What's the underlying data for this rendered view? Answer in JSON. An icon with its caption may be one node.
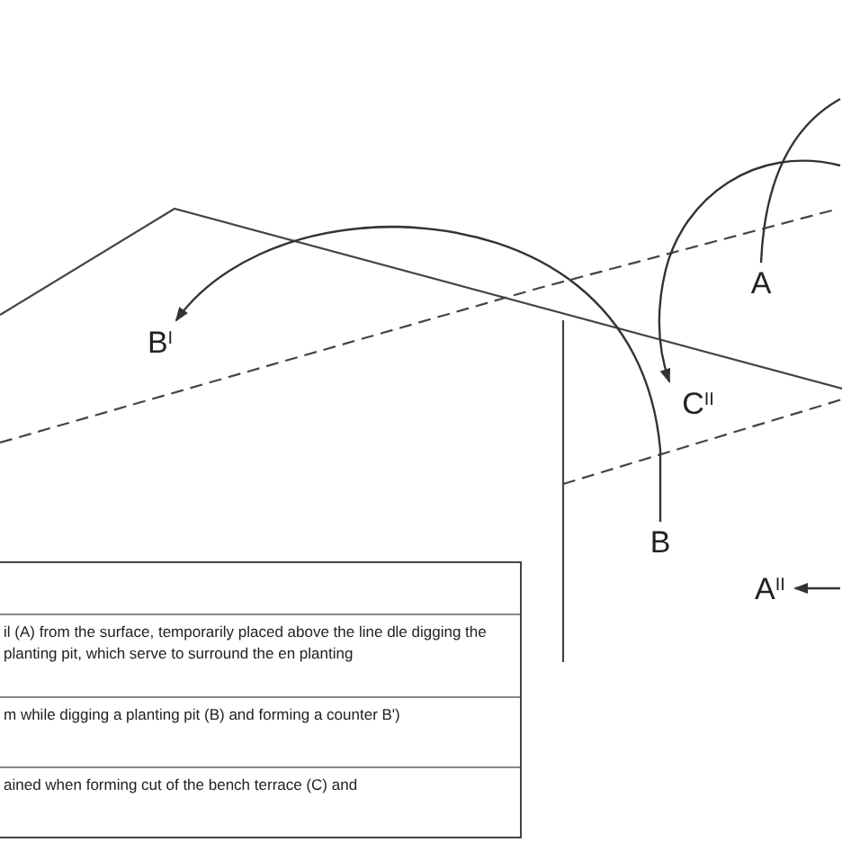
{
  "diagram": {
    "nodes": [
      {
        "text": [
          "A"
        ]
      },
      {
        "text": [
          "B$^{I}$"
        ]
      },
      {
        "text": [
          "C$^{II}$"
        ]
      },
      {
        "text": [
          "B"
        ]
      },
      {
        "text": [
          "A$^{II}$"
        ]
      }
    ],
    "edges": [
      {
        "from": 3,
        "to": 1,
        "arrow": "to"
      },
      {
        "from": 0,
        "to": null,
        "arrow": "none"
      },
      {
        "from": null,
        "to": 2,
        "arrow": "to"
      },
      {
        "from": null,
        "to": 4,
        "arrow": "to"
      }
    ],
    "labels": [
      "il (A) from the surface, temporarily placed above the line dle digging the planting pit, which serve to surround the en planting",
      "m while digging a planting pit (B) and forming a counter B')",
      "ained when forming cut of the bench terrace (C) and"
    ]
  }
}
